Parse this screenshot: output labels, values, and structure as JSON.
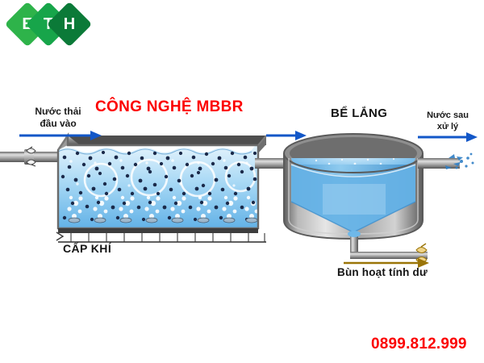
{
  "logo": {
    "name": "ETH",
    "letters": [
      {
        "char": "E",
        "color": "#2eb34a"
      },
      {
        "char": "T",
        "color": "#17a54a"
      },
      {
        "char": "H",
        "color": "#0b7a38"
      }
    ]
  },
  "diagram": {
    "title": "CÔNG NGHỆ MBBR",
    "title_color": "#fc0000",
    "inlet_label": "Nước thải\nđầu vào",
    "inlet_label_line1": "Nước thải",
    "inlet_label_line2": "đầu vào",
    "settling_tank_label": "BỂ LẮNG",
    "outlet_label_line1": "Nước sau",
    "outlet_label_line2": "xử lý",
    "aeration_label": "CẤP KHÍ",
    "sludge_label": "Bùn hoạt tính dư",
    "arrow_color_water": "#1257c8",
    "arrow_color_sludge": "#9a7407",
    "water_color": "#4aa8e8",
    "water_color_light": "#cfe8fa",
    "media_color": "#1b2a4a",
    "tank_wall_color": "#8c8c8c"
  },
  "contact": {
    "phone": "0899.812.999",
    "phone_color": "#fb0000"
  }
}
